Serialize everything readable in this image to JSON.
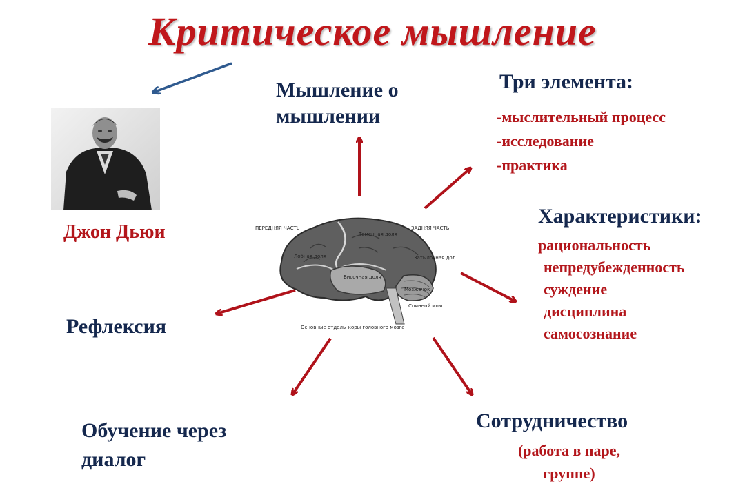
{
  "title": "Критическое мышление",
  "meta_thinking": [
    "Мышление о",
    "мышлении"
  ],
  "three_elements": {
    "title": "Три элемента:",
    "items": [
      "-мыслительный процесс",
      "-исследование",
      "-практика"
    ]
  },
  "characteristics": {
    "title": "Характеристики:",
    "items": [
      "рациональность",
      "непредубежденность",
      "суждение",
      "дисциплина",
      "самосознание"
    ]
  },
  "person": "Джон Дьюи",
  "reflection": "Рефлексия",
  "dialog_learning": [
    "Обучение через",
    "диалог"
  ],
  "cooperation": {
    "title": "Сотрудничество",
    "sub": [
      "(работа в паре,",
      "группе)"
    ]
  },
  "brain": {
    "front": "ПЕРЕДНЯЯ ЧАСТЬ",
    "back": "ЗАДНЯЯ ЧАСТЬ",
    "parietal": "Теменная доля",
    "frontal": "Лобная доля",
    "temporal": "Височная доля",
    "occipital": "Затылочная доля",
    "cerebellum": "Мозжечок",
    "spinal": "Спинной мозг",
    "caption": "Основные отделы коры головного мозга"
  },
  "colors": {
    "title": "#c0171b",
    "navy": "#15284e",
    "red": "#b3161b",
    "arrow_red": "#b0121a",
    "arrow_blue": "#2f5a8f"
  }
}
